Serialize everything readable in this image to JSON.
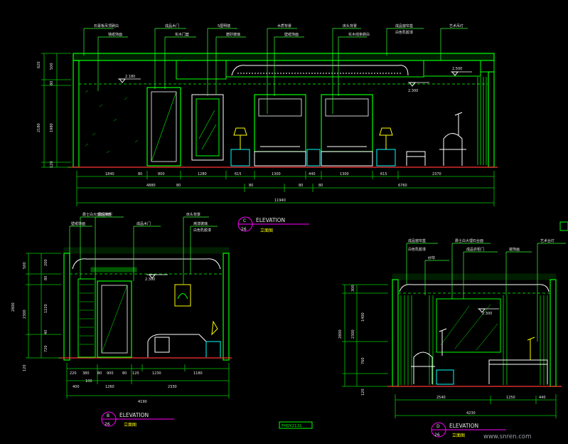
{
  "colors": {
    "background": "#000000",
    "wall": "#00ff00",
    "dim": "#00cc00",
    "leader": "#33ff33",
    "white": "#ffffff",
    "cyan": "#00ffff",
    "yellow": "#ffff00",
    "magenta": "#ff00ff",
    "red": "#ff3333",
    "label": "#e8e8e8",
    "watermark": "#9aa0a8"
  },
  "elevation_c": {
    "tag_number": "C",
    "tag_sheet": "26",
    "title": "ELEVATION",
    "subtitle": "立面图",
    "annotations": [
      "石膏板吊顶刷白",
      "墙纸饰面",
      "成品木门",
      "实木门套",
      "5厘明镜",
      "磨砂玻璃",
      "木质背景",
      "壁纸饰面",
      "床头背景",
      "实木线条刷白",
      "成品窗帘盒",
      "白色乳胶漆",
      "艺术吊灯"
    ],
    "ceiling_marks": [
      "2.180",
      "2.500",
      "2.300"
    ],
    "dims_left": [
      "620",
      "500",
      "80",
      "2180",
      "1980",
      "120"
    ],
    "dims_row1": [
      "1840",
      "80",
      "800",
      "1280",
      "615",
      "1300",
      "440",
      "1300",
      "615",
      "2370"
    ],
    "dims_row2": [
      "4880",
      "80",
      "80",
      "80",
      "80",
      "6760"
    ],
    "dims_total": "11940"
  },
  "elevation_b": {
    "tag_number": "B",
    "tag_sheet": "26",
    "title": "ELEVATION",
    "subtitle": "立面图",
    "annotations": [
      "爵士白大理石饰面",
      "壁纸饰面",
      "成品衣柜",
      "成品木门",
      "床头背景",
      "烤漆玻璃",
      "白色乳胶漆"
    ],
    "ceiling_marks": [
      "2.300"
    ],
    "dims_left": [
      "2800",
      "2300",
      "500",
      "80",
      "200",
      "1220",
      "40",
      "720",
      "120"
    ],
    "dims_row1": [
      "220",
      "380",
      "80",
      "900",
      "80",
      "120",
      "1230",
      "1180"
    ],
    "dims_row2": [
      "100",
      "400",
      "1260",
      "2330"
    ],
    "dims_total": "4190"
  },
  "elevation_d": {
    "tag_number": "D",
    "tag_sheet": "26",
    "title": "ELEVATION",
    "subtitle": "立面图",
    "annotations": [
      "成品窗帘盒",
      "白色乳胶漆",
      "纱帘",
      "爵士白大理石台面",
      "成品衣柜门",
      "装饰画",
      "艺术台灯"
    ],
    "ceiling_marks": [
      "2.300"
    ],
    "dims_left": [
      "2800",
      "300",
      "1400",
      "2300",
      "760",
      "120"
    ],
    "dims_row1": [
      "2540",
      "1250",
      "440"
    ],
    "dims_total": "4230"
  },
  "layer_tag": "FHDY2131",
  "watermark": "www.snren.com"
}
